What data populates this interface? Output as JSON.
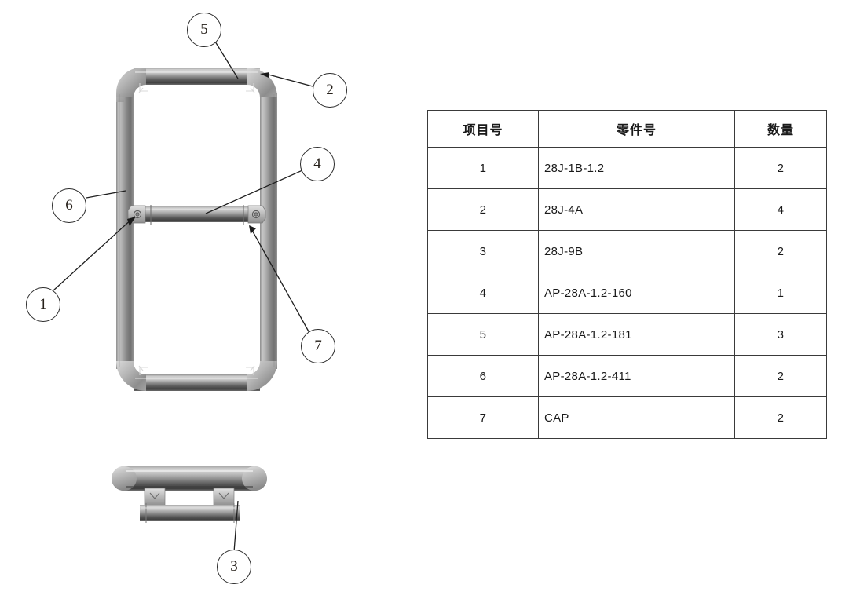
{
  "document": {
    "type": "assembly-drawing-with-bom",
    "background": "#ffffff"
  },
  "bom": {
    "headers": [
      "项目号",
      "零件号",
      "数量"
    ],
    "rows": [
      {
        "item": "1",
        "part": "28J-1B-1.2",
        "qty": "2"
      },
      {
        "item": "2",
        "part": "28J-4A",
        "qty": "4"
      },
      {
        "item": "3",
        "part": "28J-9B",
        "qty": "2"
      },
      {
        "item": "4",
        "part": "AP-28A-1.2-160",
        "qty": "1"
      },
      {
        "item": "5",
        "part": "AP-28A-1.2-181",
        "qty": "3"
      },
      {
        "item": "6",
        "part": "AP-28A-1.2-411",
        "qty": "2"
      },
      {
        "item": "7",
        "part": "CAP",
        "qty": "2"
      }
    ]
  },
  "drawing": {
    "balloons": [
      {
        "id": "balloon-5",
        "label": "5"
      },
      {
        "id": "balloon-2",
        "label": "2"
      },
      {
        "id": "balloon-4",
        "label": "4"
      },
      {
        "id": "balloon-6",
        "label": "6"
      },
      {
        "id": "balloon-1",
        "label": "1"
      },
      {
        "id": "balloon-7",
        "label": "7"
      },
      {
        "id": "balloon-3",
        "label": "3"
      }
    ],
    "colors": {
      "tube_light": "#d2d2d2",
      "tube_mid": "#9a9a9a",
      "tube_dark": "#4a4a4a",
      "leader_line": "#1e1e1e"
    }
  }
}
